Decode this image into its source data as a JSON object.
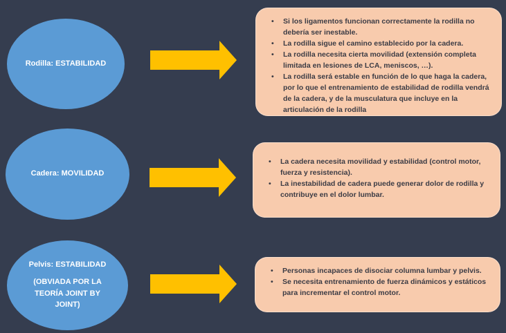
{
  "colors": {
    "background": "#353D4F",
    "ellipse_fill": "#5B9BD5",
    "ellipse_text": "#FFFFFF",
    "arrow_fill": "#FFC000",
    "box_fill": "#F8CBAD",
    "box_text": "#3C3C45"
  },
  "sections": [
    {
      "ellipse_label": "Rodilla: ESTABILIDAD",
      "bullets": [
        "Si los ligamentos funcionan correctamente la rodilla no debería ser inestable.",
        "La rodilla sigue el camino establecido por la cadera.",
        "La rodilla necesita cierta movilidad (extensión completa limitada en lesiones de LCA, meniscos, …).",
        "La rodilla será estable en función de lo que haga la cadera, por lo que el entrenamiento de estabilidad de rodilla vendrá de la cadera, y de la musculatura que incluye en la articulación de la rodilla"
      ]
    },
    {
      "ellipse_label": "Cadera: MOVILIDAD",
      "bullets": [
        "La cadera necesita movilidad y estabilidad (control motor, fuerza y resistencia).",
        "La inestabilidad de cadera puede generar dolor de rodilla y contribuye en el dolor lumbar."
      ]
    },
    {
      "ellipse_label": "Pelvis: ESTABILIDAD",
      "ellipse_sublabel": "(OBVIADA POR LA TEORÍA JOINT BY JOINT)",
      "bullets": [
        "Personas incapaces de disociar columna lumbar y pelvis.",
        "Se necesita entrenamiento de fuerza dinámicos y estáticos para incrementar el control motor."
      ]
    }
  ]
}
